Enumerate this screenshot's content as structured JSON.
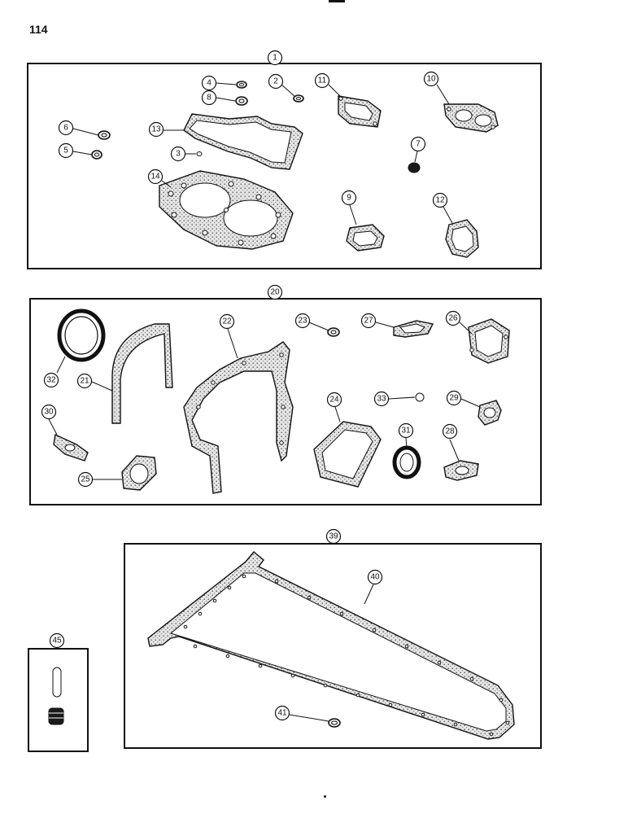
{
  "page": {
    "number": "114"
  },
  "callouts": {
    "c1": "1",
    "c2": "2",
    "c3": "3",
    "c4": "4",
    "c5": "5",
    "c6": "6",
    "c7": "7",
    "c8": "8",
    "c9": "9",
    "c10": "10",
    "c11": "11",
    "c12": "12",
    "c13": "13",
    "c14": "14",
    "c20": "20",
    "c21": "21",
    "c22": "22",
    "c23": "23",
    "c24": "24",
    "c25": "25",
    "c26": "26",
    "c27": "27",
    "c28": "28",
    "c29": "29",
    "c30": "30",
    "c31": "31",
    "c32": "32",
    "c33": "33",
    "c39": "39",
    "c40": "40",
    "c41": "41",
    "c45": "45"
  }
}
